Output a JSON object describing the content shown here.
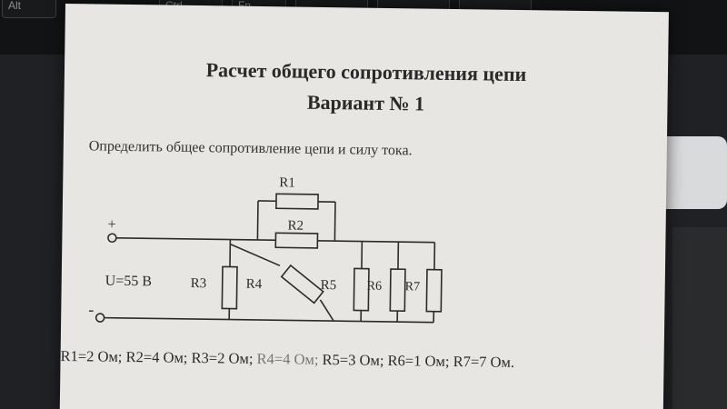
{
  "keys": [
    "Alt",
    "Ctrl",
    "Fn"
  ],
  "title": "Расчет общего сопротивления цепи",
  "variant": "Вариант № 1",
  "task": "Определить общее сопротивление цепи и силу тока.",
  "circuit": {
    "plus": "+",
    "minus": "-",
    "voltage": "U=55 В",
    "labels": [
      "R1",
      "R2",
      "R3",
      "R4",
      "R5",
      "R6",
      "R7"
    ]
  },
  "values": [
    "R1=2 Ом;",
    "R2=4 Ом;",
    "R3=2 Ом;",
    "R4=4 Ом;",
    "R5=3 Ом;",
    "R6=1 Ом;",
    "R7=7 Ом."
  ]
}
